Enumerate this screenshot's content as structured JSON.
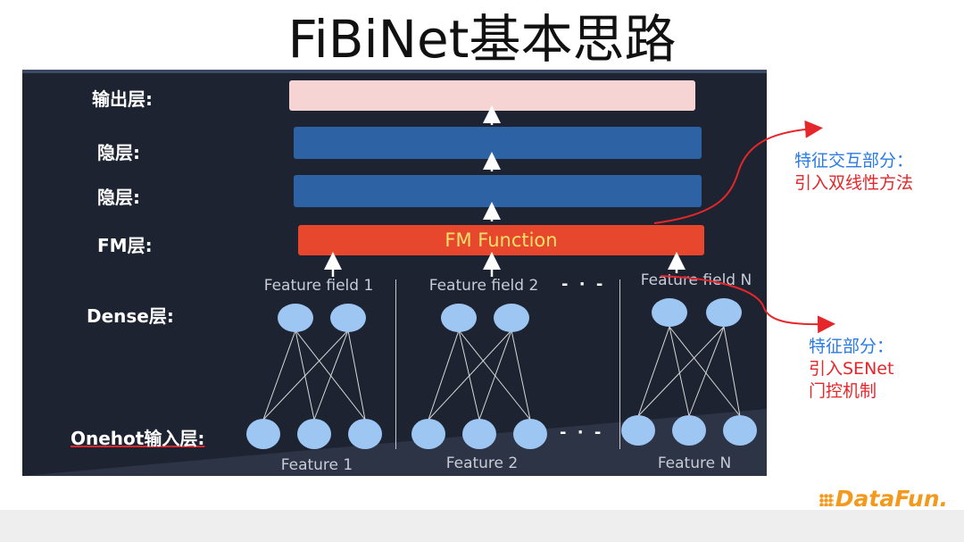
{
  "title": "FiBiNet基本思路",
  "layers": {
    "output": "输出层:",
    "hidden1": "隐层:",
    "hidden2": "隐层:",
    "fm": "FM层:",
    "dense": "Dense层:",
    "onehot": "Onehot输入层:"
  },
  "fm_function": "FM Function",
  "fields": [
    "Feature field 1",
    "Feature field 2",
    "Feature field N"
  ],
  "features": [
    "Feature 1",
    "Feature 2",
    "Feature N"
  ],
  "ellipsis": "- · -",
  "annotations": {
    "interaction": {
      "line1": "特征交互部分：",
      "line2": "引入双线性方法"
    },
    "feature": {
      "line1": "特征部分：",
      "line2": "引入SENet",
      "line3": "门控机制"
    }
  },
  "logo": "DataFun.",
  "colors": {
    "panel_bg": "#1d2330",
    "output_bar": "#f6d4d4",
    "hidden_bar": "#2d62a4",
    "fm_bar": "#e7472d",
    "fm_text": "#f5e06a",
    "node": "#9dc6f3",
    "annotation_blue": "#2a7be4",
    "annotation_red": "#e5262a",
    "logo": "#f39a1e"
  }
}
